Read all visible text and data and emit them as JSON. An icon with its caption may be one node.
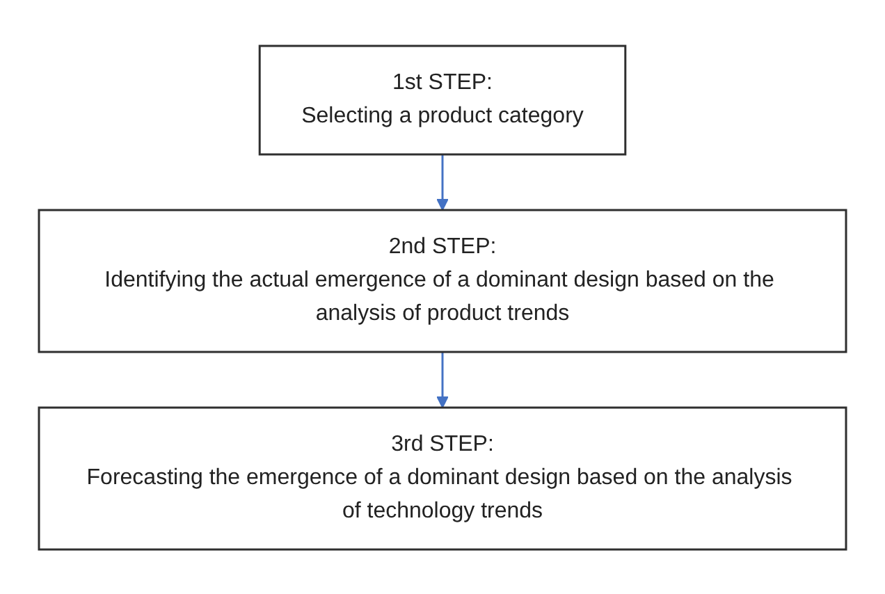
{
  "diagram": {
    "nodes": [
      {
        "text": [
          "1st STEP:",
          "Selecting a product category"
        ]
      },
      {
        "text": [
          "2nd STEP:",
          "Identifying the actual emergence of a dominant design based on the analysis of product trends"
        ]
      },
      {
        "text": [
          "3rd STEP:",
          "Forecasting the emergence of a dominant design based on the analysis of technology trends"
        ]
      }
    ],
    "edges": [
      {
        "from": 0,
        "to": 1,
        "arrow": "to"
      },
      {
        "from": 1,
        "to": 2,
        "arrow": "to"
      }
    ]
  }
}
